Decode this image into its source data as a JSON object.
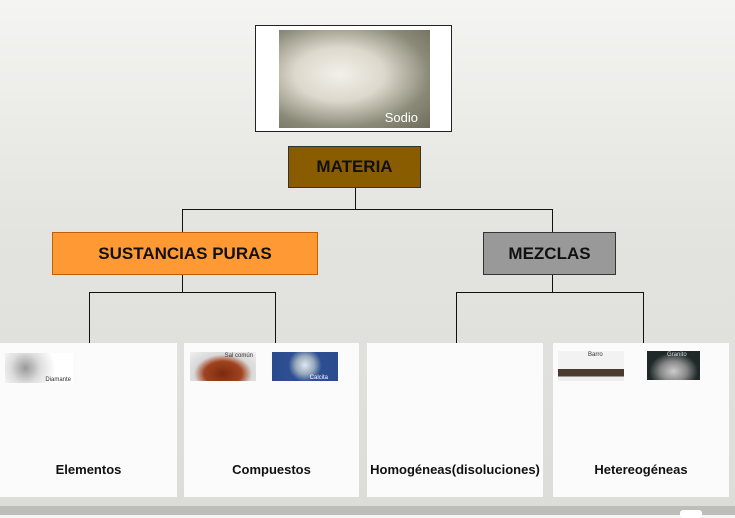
{
  "photo": {
    "caption": "Sodio"
  },
  "nodes": {
    "root": "MATERIA",
    "left": "SUSTANCIAS PURAS",
    "right": "MEZCLAS"
  },
  "panels": [
    {
      "label": "Elementos",
      "images": [
        "Diamante"
      ]
    },
    {
      "label": "Compuestos",
      "images": [
        "Sal común",
        "Calcita"
      ]
    },
    {
      "label": "Homogéneas(disoluciones)",
      "images": []
    },
    {
      "label": "Hetereogéneas",
      "images": [
        "Barro",
        "Granito"
      ]
    }
  ],
  "colors": {
    "root": "#8a5c00",
    "left": "#ff9933",
    "right": "#999999"
  }
}
